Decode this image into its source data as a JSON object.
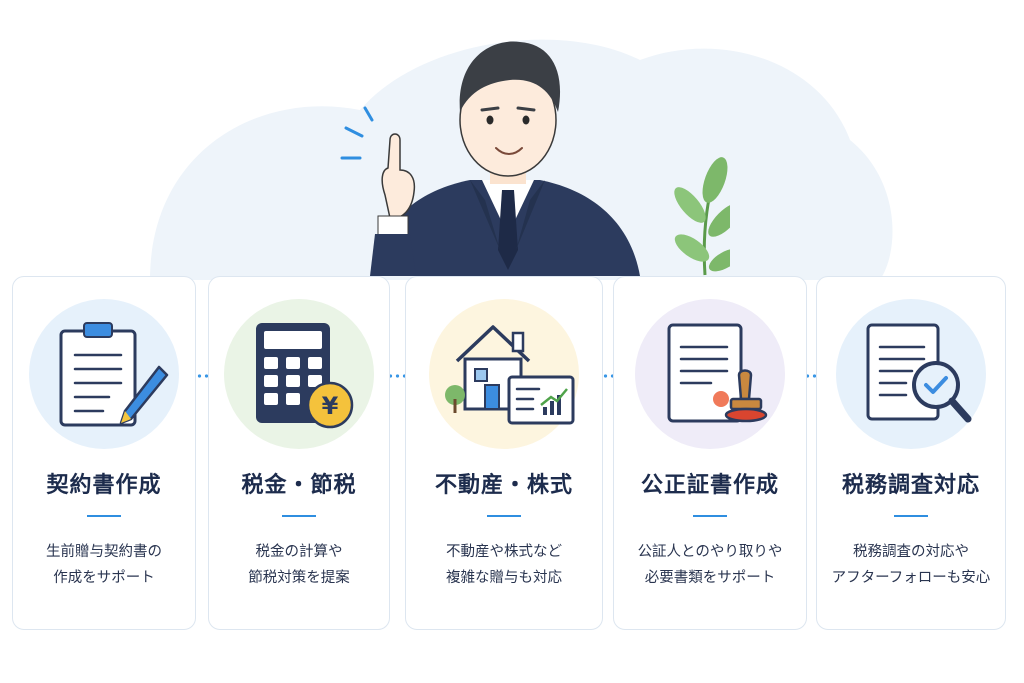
{
  "colors": {
    "accent": "#2f8ee0",
    "suit": "#2c3b5e",
    "blob": "#eef4fa",
    "circle_blue": "#e6f1fb",
    "circle_green": "#eaf4e6",
    "circle_yellow": "#fdf5df",
    "circle_purple": "#efecf8"
  },
  "cards": [
    {
      "title": "契約書作成",
      "desc": [
        "生前贈与契約書の",
        "作成をサポート"
      ],
      "icon": "clipboard-pen-icon"
    },
    {
      "title": "税金・節税",
      "desc": [
        "税金の計算や",
        "節税対策を提案"
      ],
      "icon": "calculator-yen-icon"
    },
    {
      "title": "不動産・株式",
      "desc": [
        "不動産や株式など",
        "複雑な贈与も対応"
      ],
      "icon": "house-chart-icon"
    },
    {
      "title": "公正証書作成",
      "desc": [
        "公証人とのやり取りや",
        "必要書類をサポート"
      ],
      "icon": "document-stamp-icon"
    },
    {
      "title": "税務調査対応",
      "desc": [
        "税務調査の対応や",
        "アフターフォローも安心"
      ],
      "icon": "document-magnifier-icon"
    }
  ]
}
